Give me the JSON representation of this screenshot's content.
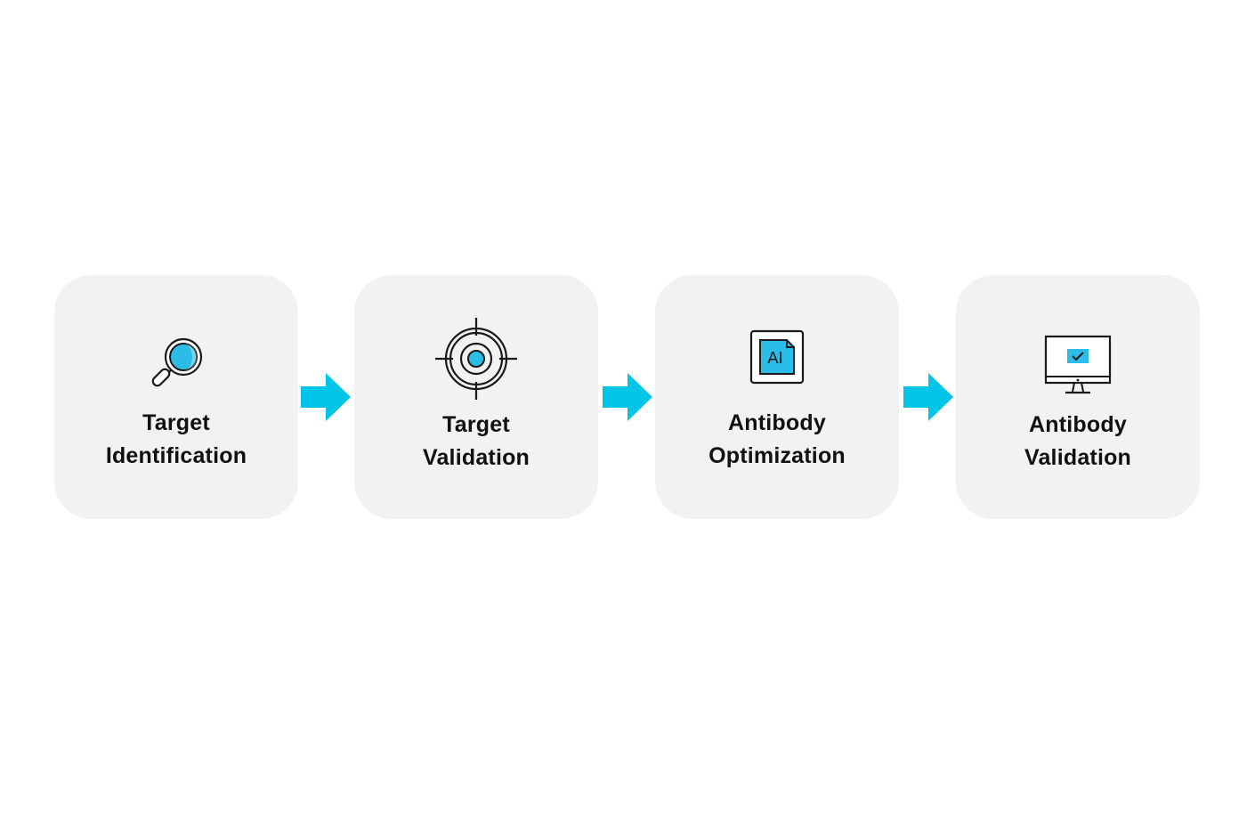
{
  "colors": {
    "accent": "#00c4e8",
    "card_background": "#f2f2f2",
    "text": "#111111",
    "icon_stroke": "#1a1a1a"
  },
  "steps": [
    {
      "line1": "Target",
      "line2": "Identification",
      "icon": "magnifier-icon"
    },
    {
      "line1": "Target",
      "line2": "Validation",
      "icon": "target-crosshair-icon"
    },
    {
      "line1": "Antibody",
      "line2": "Optimization",
      "icon": "ai-chip-icon"
    },
    {
      "line1": "Antibody",
      "line2": "Validation",
      "icon": "monitor-check-icon"
    }
  ],
  "ai_icon_text": "AI"
}
